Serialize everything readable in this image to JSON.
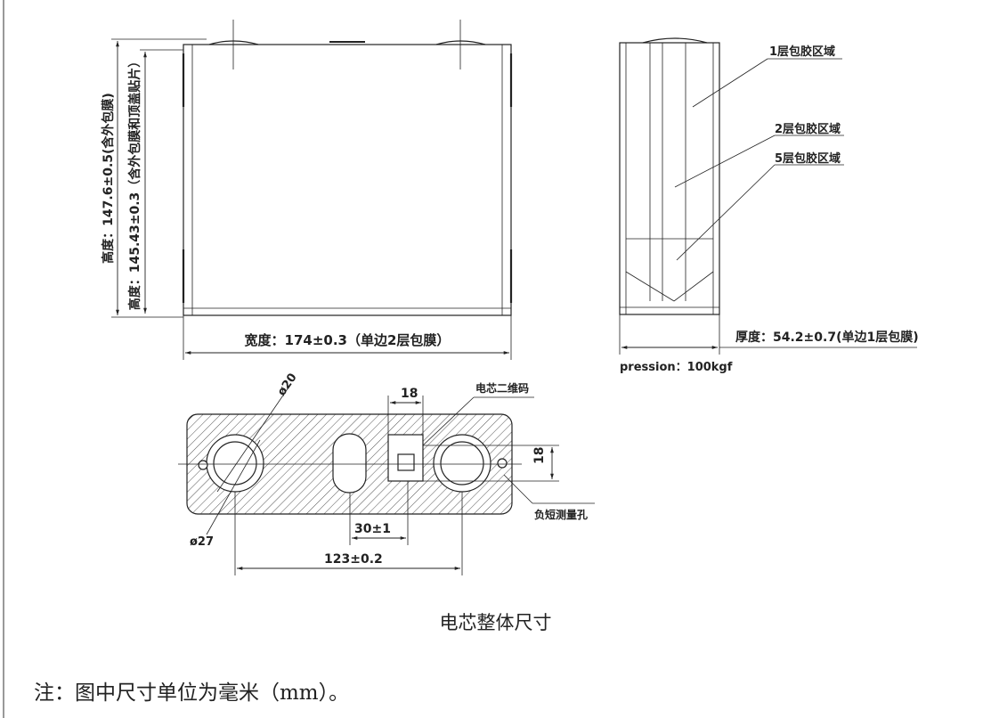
{
  "front_view": {
    "height_outer_label": "高度：147.6±0.5(含外包膜)",
    "height_inner_label": "高度：145.43±0.3（含外包膜和顶盖贴片）",
    "width_label": "宽度：174±0.3（单边2层包膜）"
  },
  "side_view": {
    "layer1_label": "1层包胶区域",
    "layer2_label": "2层包胶区域",
    "layer5_label": "5层包胶区域",
    "thickness_label": "厚度：54.2±0.7(单边1层包膜)",
    "pressure_label": "pression：100kgf"
  },
  "top_view": {
    "dim_phi20": "ø20",
    "dim_18_top": "18",
    "qr_code_label": "电芯二维码",
    "dim_18_right": "18",
    "dim_phi27": "ø27",
    "dim_30": "30±1",
    "short_test_hole_label": "负短测量孔",
    "dim_123": "123±0.2"
  },
  "caption": "电芯整体尺寸",
  "note": "注：图中尺寸单位为毫米（mm）。"
}
